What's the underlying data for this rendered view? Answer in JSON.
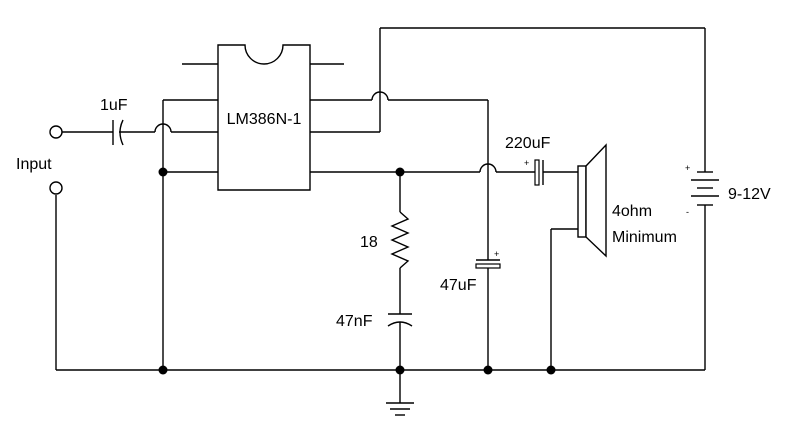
{
  "diagram": {
    "chip_label": "LM386N-1",
    "input_label": "Input",
    "c_input_label": "1uF",
    "c_output_label": "220uF",
    "resistor_label": "18",
    "c_zobel_label": "47nF",
    "c_bypass_label": "47uF",
    "speaker_label_line1": "4ohm",
    "speaker_label_line2": "Minimum",
    "battery_label": "9-12V",
    "plus_sign": "+",
    "minus_sign": "-"
  }
}
